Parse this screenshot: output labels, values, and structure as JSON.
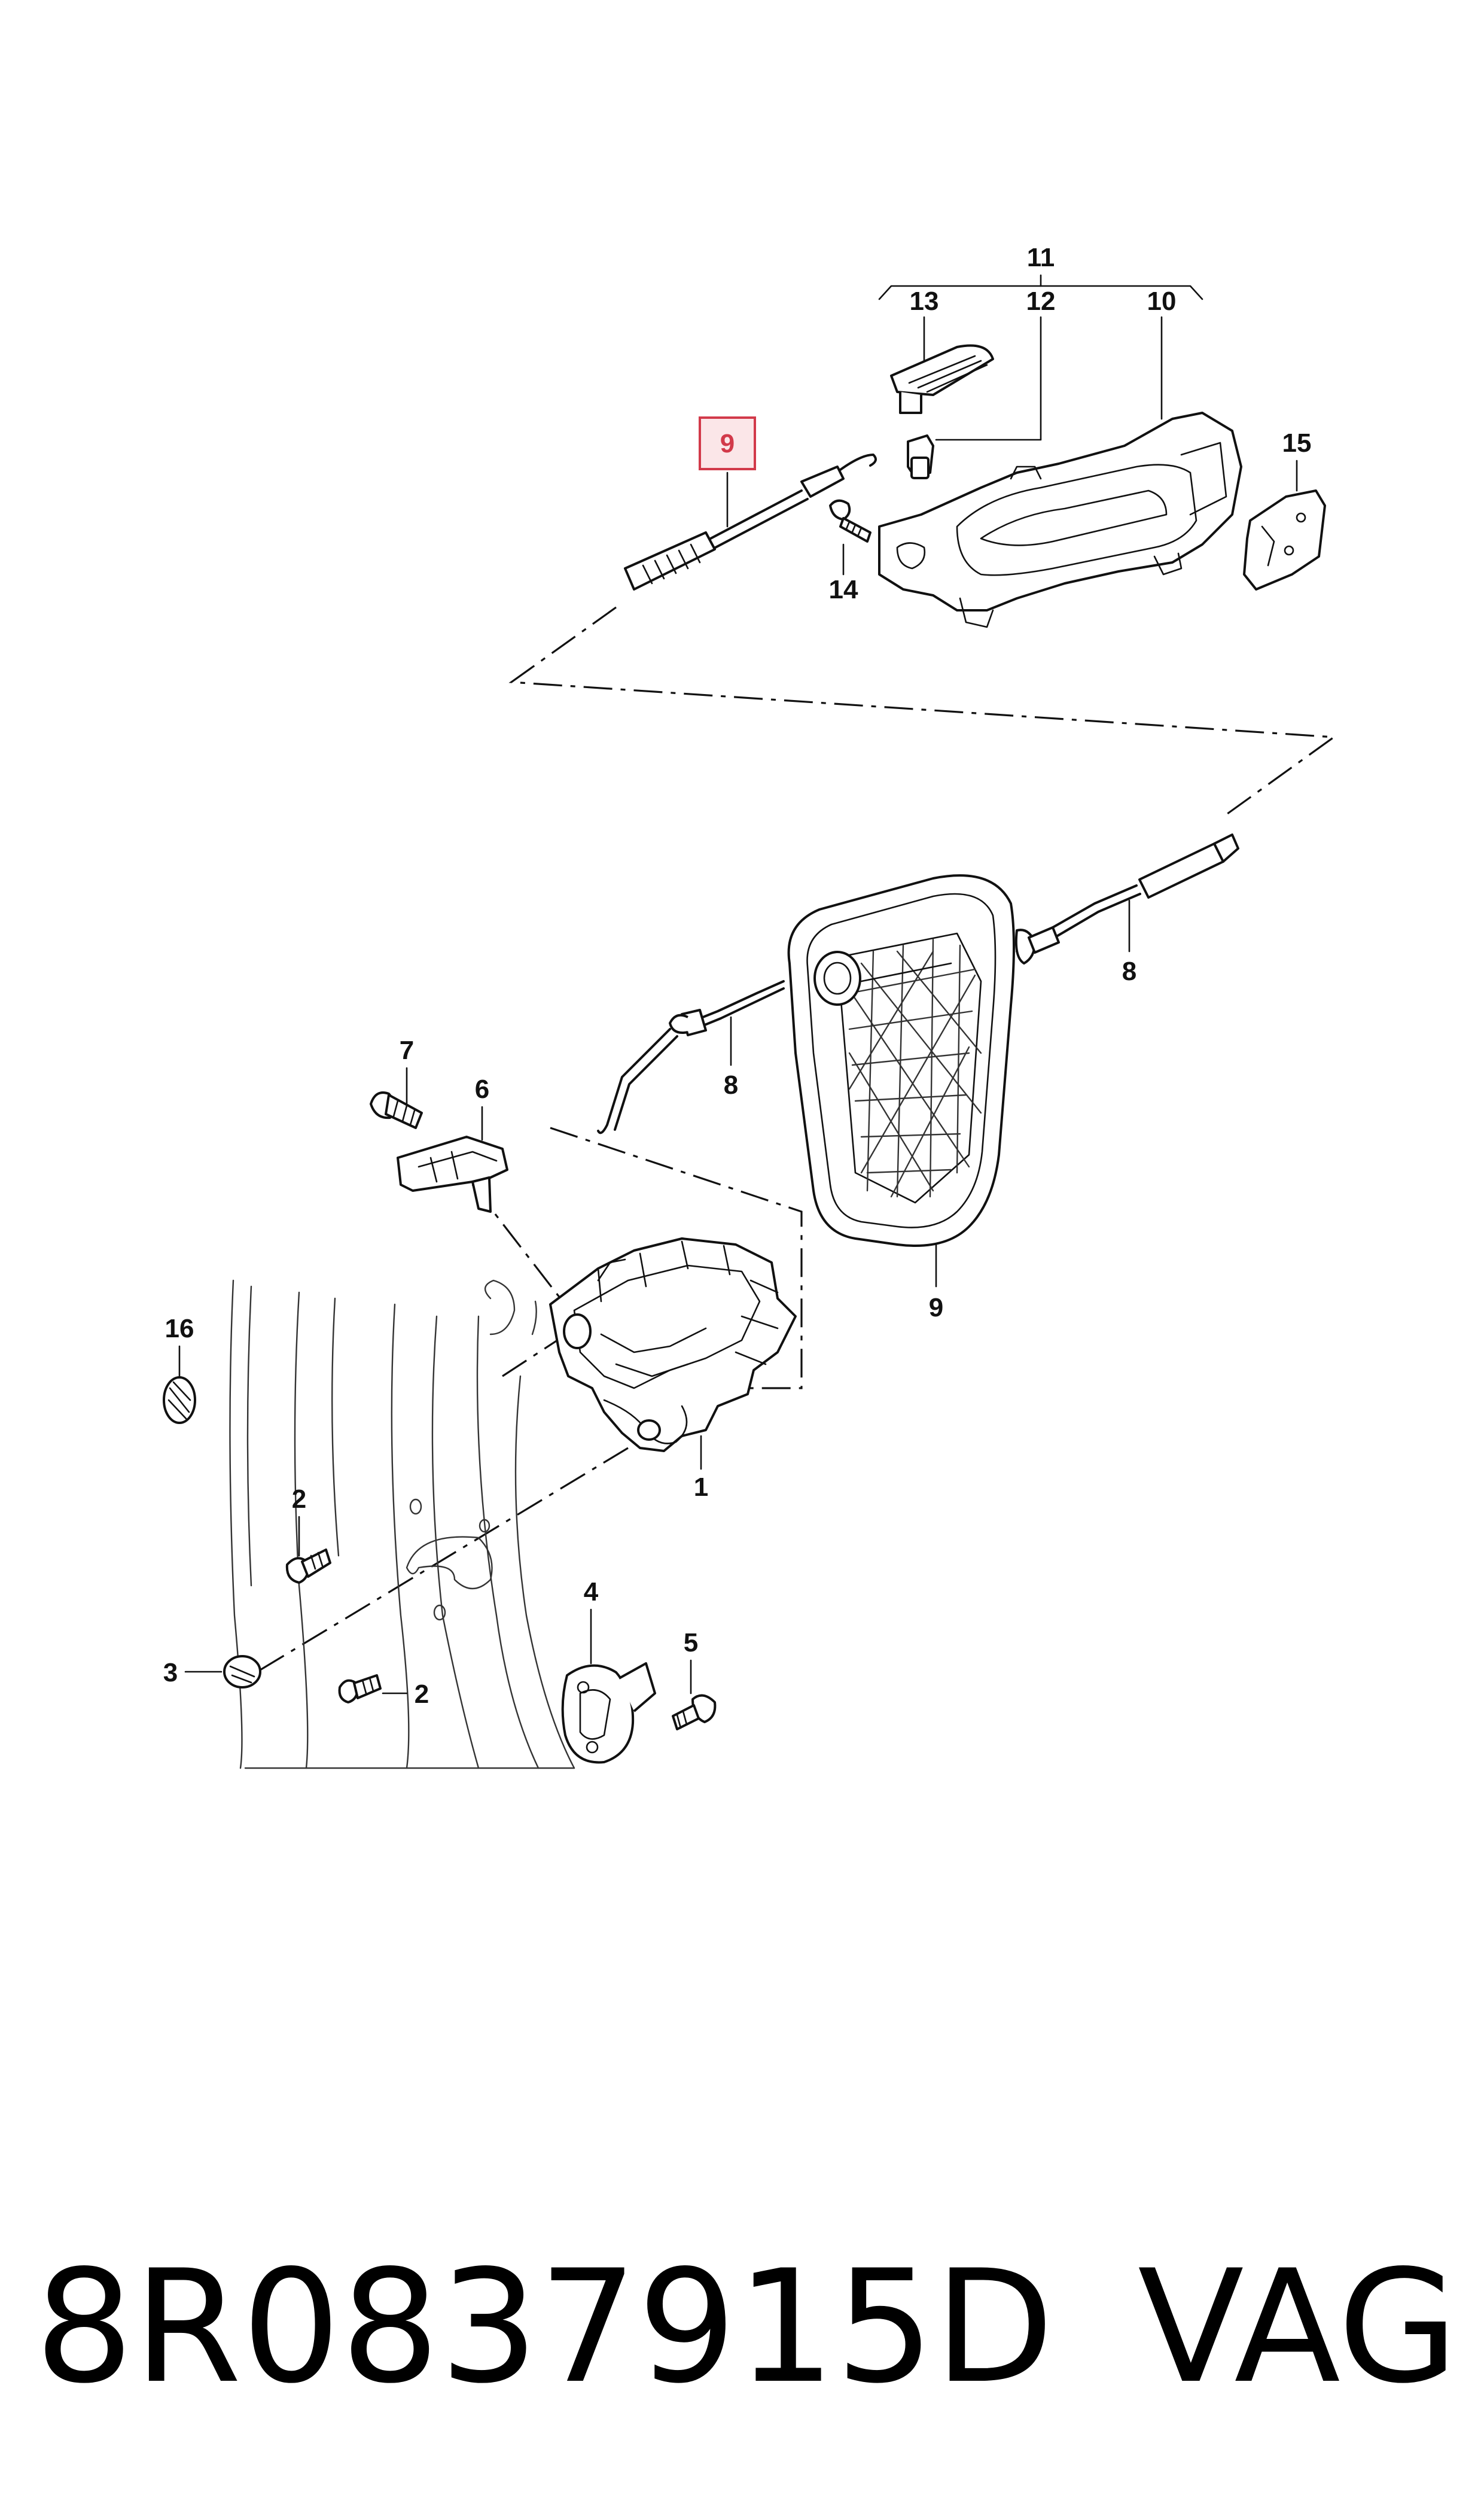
{
  "diagram": {
    "callouts": {
      "c1": "1",
      "c2a": "2",
      "c2b": "2",
      "c3": "3",
      "c4": "4",
      "c5": "5",
      "c6": "6",
      "c7": "7",
      "c8a": "8",
      "c8b": "8",
      "c9top": "9",
      "c9bottom": "9",
      "c10": "10",
      "c11": "11",
      "c12": "12",
      "c13": "13",
      "c14": "14",
      "c15": "15",
      "c16": "16"
    },
    "highlight_color": "#d23a4a",
    "highlight_fill": "#fbe6e8"
  },
  "footer": {
    "part_number": "8R0837915D",
    "brand": "VAG"
  }
}
